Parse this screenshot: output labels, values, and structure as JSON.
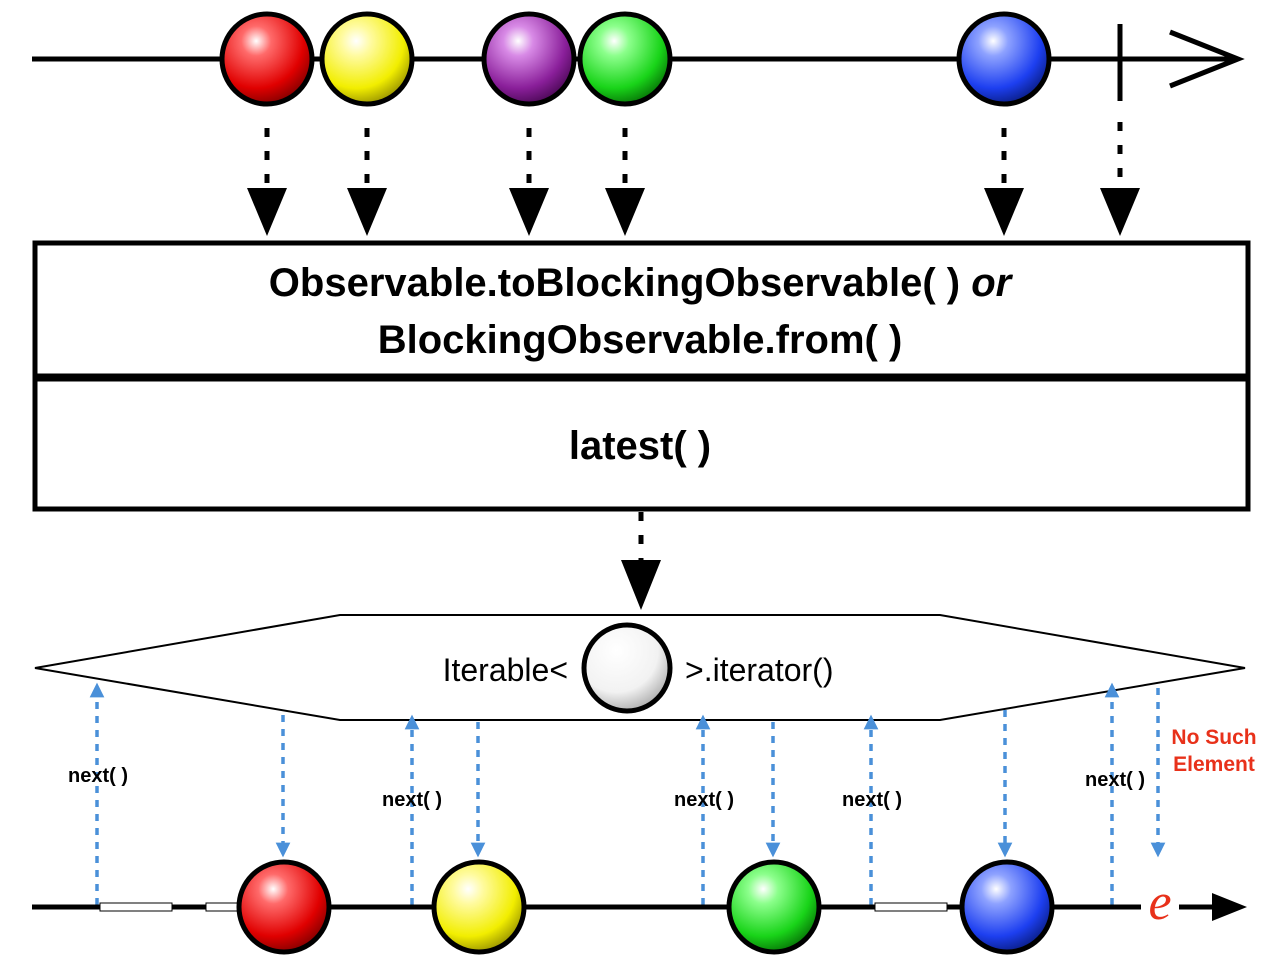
{
  "operator_box": {
    "line1_method": "Observable.toBlockingObservable( )",
    "line1_conjunction": "or",
    "line2": "BlockingObservable.from( )",
    "method": "latest( )"
  },
  "iterator_shape": {
    "prefix": "Iterable<",
    "suffix": ">.iterator()"
  },
  "next_label": "next( )",
  "error": {
    "line1": "No Such",
    "line2": "Element",
    "symbol": "e",
    "color": "#e8311a"
  },
  "colors": {
    "red": "#e00000",
    "yellow": "#f2ee00",
    "purple": "#8a1f9a",
    "green": "#19d419",
    "blue": "#1d3ff0",
    "call_arrow": "#4a90d9"
  },
  "source_marbles": [
    {
      "color": "red"
    },
    {
      "color": "yellow"
    },
    {
      "color": "purple"
    },
    {
      "color": "green"
    },
    {
      "color": "blue"
    }
  ],
  "result_marbles": [
    {
      "color": "red"
    },
    {
      "color": "yellow"
    },
    {
      "color": "green"
    },
    {
      "color": "blue"
    }
  ]
}
